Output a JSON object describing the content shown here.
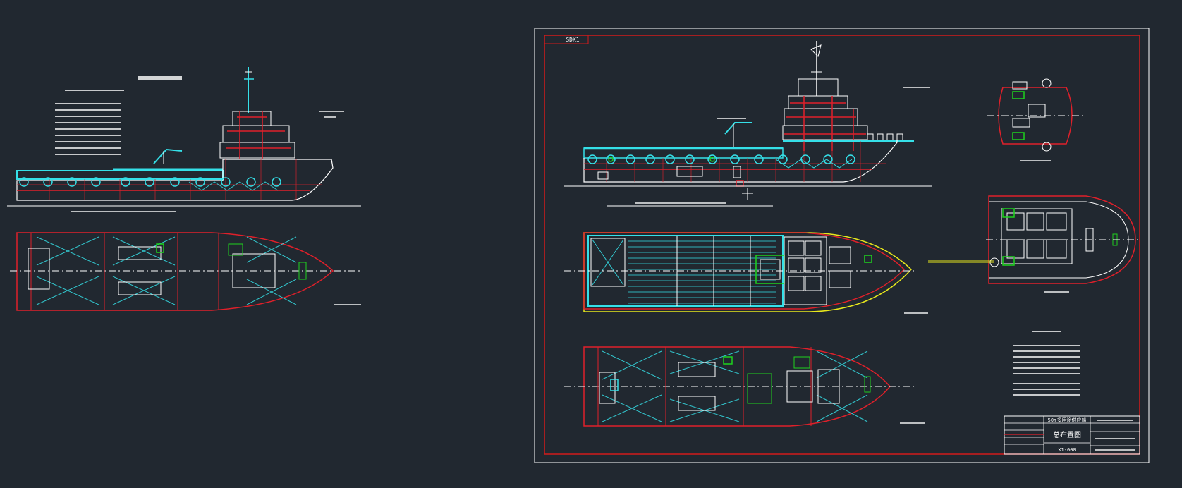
{
  "colors": {
    "background": "#212830",
    "frame": "#ffffff",
    "border": "#d21a1a",
    "hull_red": "#e0202a",
    "cyan": "#35e0e8",
    "green": "#1ed21e",
    "yellow": "#e8e81c",
    "white": "#ffffff"
  },
  "drawing": {
    "sheet_tag": "SDK1"
  },
  "title_block": {
    "project": "50m多用途供应船",
    "drawing_title": "总布置图",
    "drawing_no": "X1-000"
  }
}
